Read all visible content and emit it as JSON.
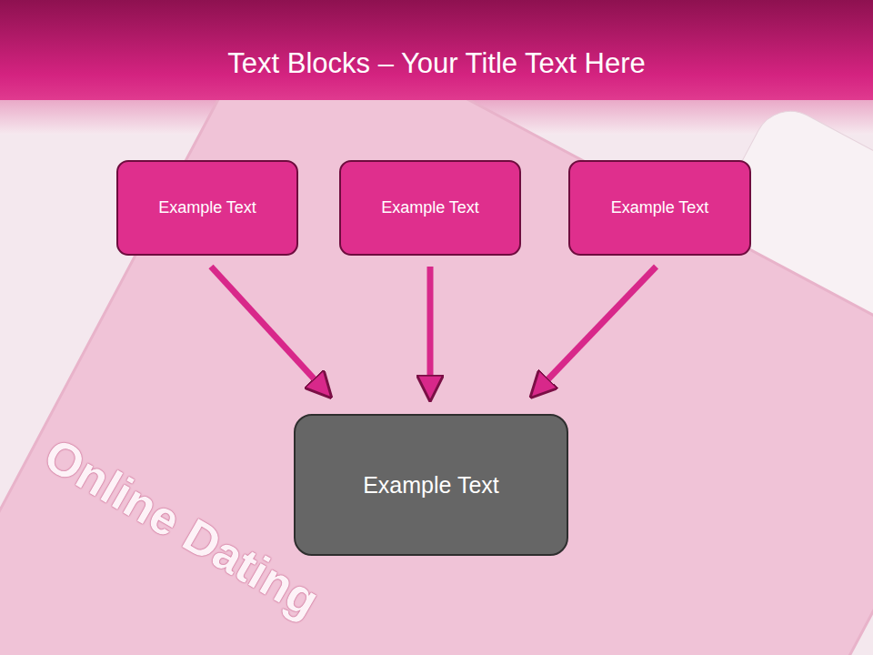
{
  "diagram": {
    "title": "Text Blocks – Your Title Text Here",
    "nodes": [
      {
        "text": [
          "Example Text"
        ]
      },
      {
        "text": [
          "Example Text"
        ]
      },
      {
        "text": [
          "Example Text"
        ]
      },
      {
        "text": [
          "Example Text"
        ]
      }
    ],
    "edges": [
      {
        "from": 0,
        "to": 3,
        "arrow": "to"
      },
      {
        "from": 1,
        "to": 3,
        "arrow": "to"
      },
      {
        "from": 2,
        "to": 3,
        "arrow": "to"
      }
    ],
    "labels": [
      "Online Dating"
    ]
  }
}
